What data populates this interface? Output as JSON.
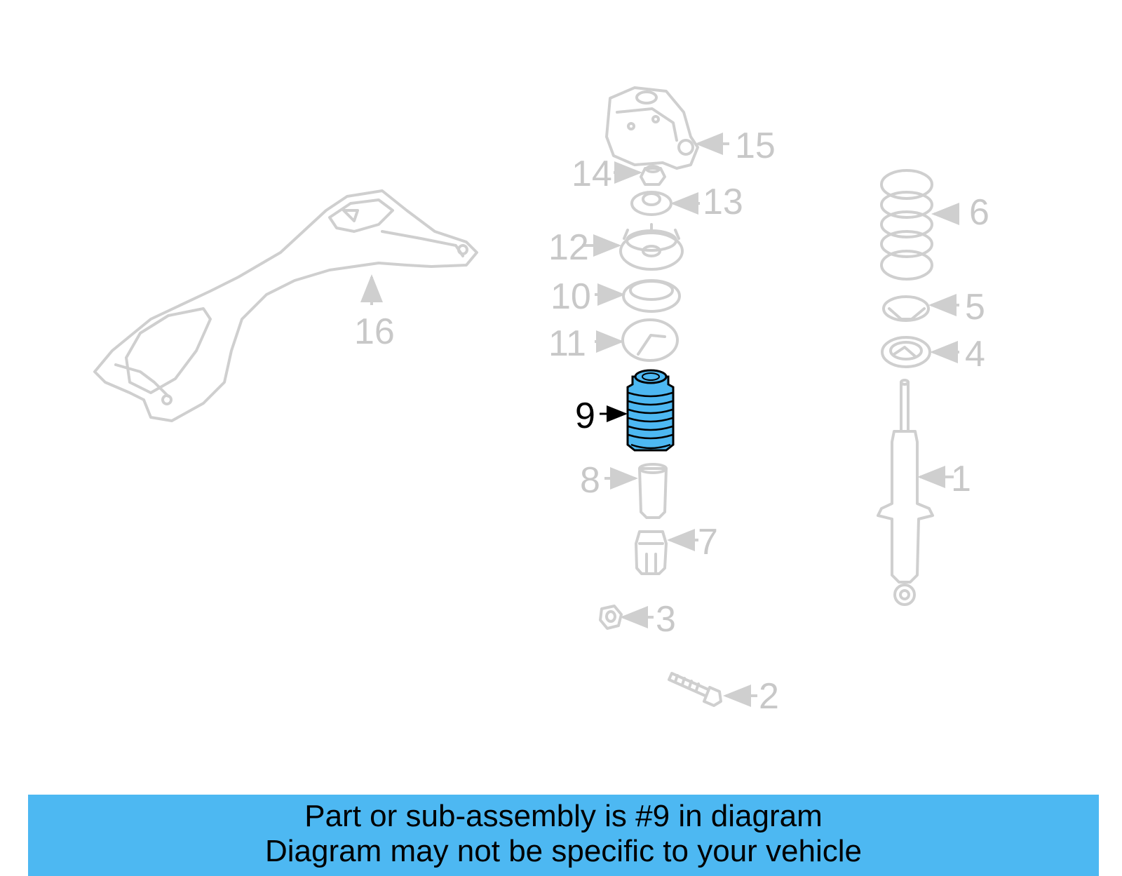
{
  "highlight_color": "#4db8f2",
  "highlighted_part": "9",
  "callouts": {
    "p1": "1",
    "p2": "2",
    "p3": "3",
    "p4": "4",
    "p5": "5",
    "p6": "6",
    "p7": "7",
    "p8": "8",
    "p9": "9",
    "p10": "10",
    "p11": "11",
    "p12": "12",
    "p13": "13",
    "p14": "14",
    "p15": "15",
    "p16": "16"
  },
  "caption": {
    "line1": "Part or sub-assembly is #9 in diagram",
    "line2": "Diagram may not be specific to your vehicle"
  }
}
